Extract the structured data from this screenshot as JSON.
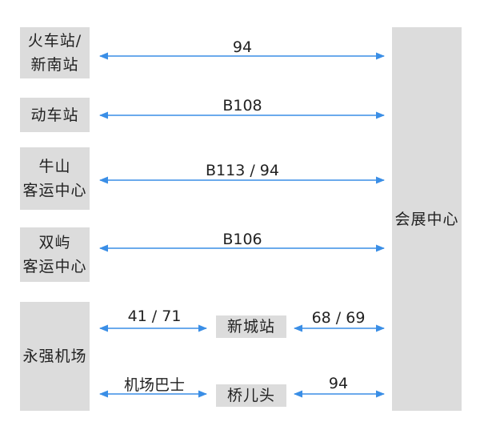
{
  "origins": [
    {
      "id": "train-station",
      "label": "火车站/\n新南站"
    },
    {
      "id": "bullet-train-station",
      "label": "动车站"
    },
    {
      "id": "niushan-bus-center",
      "label": "牛山\n客运中心"
    },
    {
      "id": "shuangyu-bus-center",
      "label": "双屿\n客运中心"
    },
    {
      "id": "yongqiang-airport",
      "label": "永强机场"
    }
  ],
  "destination": {
    "label": "会展中心"
  },
  "routes": [
    {
      "id": "route-train",
      "label": "94"
    },
    {
      "id": "route-bullet",
      "label": "B108"
    },
    {
      "id": "route-niushan",
      "label": "B113 / 94"
    },
    {
      "id": "route-shuangyu",
      "label": "B106"
    }
  ],
  "airport_paths": {
    "via_xincheng": {
      "first_leg": "41 / 71",
      "stop": "新城站",
      "second_leg": "68 / 69"
    },
    "via_qiaoertou": {
      "first_leg": "机场巴士",
      "stop": "桥儿头",
      "second_leg": "94"
    }
  },
  "colors": {
    "arrow": "#3a8ee6",
    "box": "#dcdcdc"
  }
}
